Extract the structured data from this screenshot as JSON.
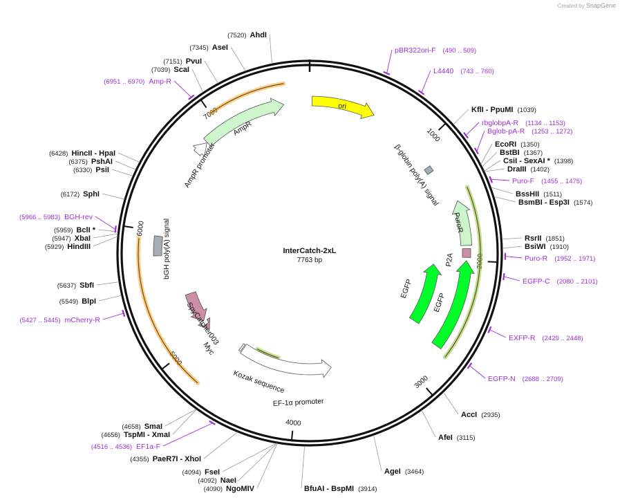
{
  "credit": {
    "prefix": "Created by",
    "brand": "SnapGene"
  },
  "plasmid": {
    "name": "InterCatch-2xL",
    "length_label": "7763 bp",
    "length": 7763
  },
  "ticks": [
    {
      "bp": 1000,
      "label": "1000"
    },
    {
      "bp": 2000,
      "label": "2000"
    },
    {
      "bp": 3000,
      "label": "3000"
    },
    {
      "bp": 4000,
      "label": "4000"
    },
    {
      "bp": 5000,
      "label": "5000"
    },
    {
      "bp": 6000,
      "label": "6000"
    },
    {
      "bp": 7000,
      "label": "7000"
    }
  ],
  "enzymes": [
    {
      "name": "AhdI",
      "pos": "(7520)",
      "bp": 7520
    },
    {
      "name": "AseI",
      "pos": "(7345)",
      "bp": 7345
    },
    {
      "name": "PvuI",
      "pos": "(7151)",
      "bp": 7151
    },
    {
      "name": "ScaI",
      "pos": "(7039)",
      "bp": 7039
    },
    {
      "name": "HincII  - HpaI",
      "pos": "(6428)",
      "bp": 6428
    },
    {
      "name": "PshAI",
      "pos": "(6375)",
      "bp": 6375
    },
    {
      "name": "PsiI",
      "pos": "(6330)",
      "bp": 6330
    },
    {
      "name": "SphI",
      "pos": "(6172)",
      "bp": 6172
    },
    {
      "name": "BclI *",
      "pos": "(5959)",
      "bp": 5959
    },
    {
      "name": "XbaI",
      "pos": "(5947)",
      "bp": 5947
    },
    {
      "name": "HindIII",
      "pos": "(5929)",
      "bp": 5929
    },
    {
      "name": "SbfI",
      "pos": "(5637)",
      "bp": 5637
    },
    {
      "name": "BlpI",
      "pos": "(5549)",
      "bp": 5549
    },
    {
      "name": "SmaI",
      "pos": "(4658)",
      "bp": 4658
    },
    {
      "name": "TspMI  - XmaI",
      "pos": "(4656)",
      "bp": 4656
    },
    {
      "name": "PaeR7I  - XhoI",
      "pos": "(4355)",
      "bp": 4355
    },
    {
      "name": "FseI",
      "pos": "(4094)",
      "bp": 4094
    },
    {
      "name": "NaeI",
      "pos": "(4092)",
      "bp": 4092
    },
    {
      "name": "NgoMIV",
      "pos": "(4090)",
      "bp": 4090
    },
    {
      "name": "BfuAI  - BspMI",
      "pos": "(3914)",
      "bp": 3914
    },
    {
      "name": "AgeI",
      "pos": "(3464)",
      "bp": 3464
    },
    {
      "name": "AfeI",
      "pos": "(3115)",
      "bp": 3115
    },
    {
      "name": "AccI",
      "pos": "(2935)",
      "bp": 2935
    },
    {
      "name": "BsiWI",
      "pos": "(1910)",
      "bp": 1910
    },
    {
      "name": "RsrII",
      "pos": "(1851)",
      "bp": 1851
    },
    {
      "name": "BsmBI  - Esp3I",
      "pos": "(1574)",
      "bp": 1574
    },
    {
      "name": "BssHII",
      "pos": "(1511)",
      "bp": 1511
    },
    {
      "name": "DraIII",
      "pos": "(1402)",
      "bp": 1402
    },
    {
      "name": "CsiI  - SexAI *",
      "pos": "(1398)",
      "bp": 1398
    },
    {
      "name": "BstBI",
      "pos": "(1367)",
      "bp": 1367
    },
    {
      "name": "EcoRI",
      "pos": "(1350)",
      "bp": 1350
    },
    {
      "name": "KflI  - PpuMI",
      "pos": "(1039)",
      "bp": 1039
    }
  ],
  "primers": [
    {
      "name": "pBR322ori-F",
      "range": "(490 .. 509)",
      "bp": 500
    },
    {
      "name": "L4440",
      "range": "(743 .. 760)",
      "bp": 751
    },
    {
      "name": "rbglobpA-R",
      "range": "(1134 .. 1153)",
      "bp": 1143
    },
    {
      "name": "Bglob-pA-R",
      "range": "(1253 .. 1272)",
      "bp": 1262
    },
    {
      "name": "Puro-F",
      "range": "(1455 .. 1475)",
      "bp": 1465
    },
    {
      "name": "Puro-R",
      "range": "(1952 .. 1971)",
      "bp": 1961
    },
    {
      "name": "EGFP-C",
      "range": "(2080 .. 2101)",
      "bp": 2090
    },
    {
      "name": "EXFP-R",
      "range": "(2429 .. 2448)",
      "bp": 2438
    },
    {
      "name": "EGFP-N",
      "range": "(2688 .. 2709)",
      "bp": 2698
    },
    {
      "name": "EF1a-F",
      "range": "(4516 .. 4536)",
      "bp": 4526
    },
    {
      "name": "mCherry-R",
      "range": "(5427 .. 5445)",
      "bp": 5436
    },
    {
      "name": "BGH-rev",
      "range": "(5966 .. 5983)",
      "bp": 5974
    },
    {
      "name": "Amp-R",
      "range": "(6951 .. 6970)",
      "bp": 6960
    }
  ],
  "features": {
    "ori": "ori",
    "ampr": "AmpR",
    "ampr_promoter": "AmpR promoter",
    "bglobin_polya": "β-globin poly(A) signal",
    "puror": "PuroR",
    "p2a": "P2A",
    "egfp_a": "EGFP",
    "egfp_b": "EGFP",
    "bgh_polya": "bGH poly(A) signal",
    "spycatcher": "SpyCatcher003",
    "myc": "Myc",
    "kozak": "Kozak sequence",
    "ef1a": "EF-1α promoter"
  },
  "colors": {
    "ori": "#ffff00",
    "ampr": "#ccf5cc",
    "puror": "#ccf5cc",
    "egfp": "#00ff2a",
    "polya": "#a5acb2",
    "spycatcher": "#cc8ea5",
    "promoter": "#ffffff",
    "primer": "#9c2fd6",
    "orf_highlight_orange": "#f5a623",
    "orf_highlight_green": "#8bc83f"
  }
}
